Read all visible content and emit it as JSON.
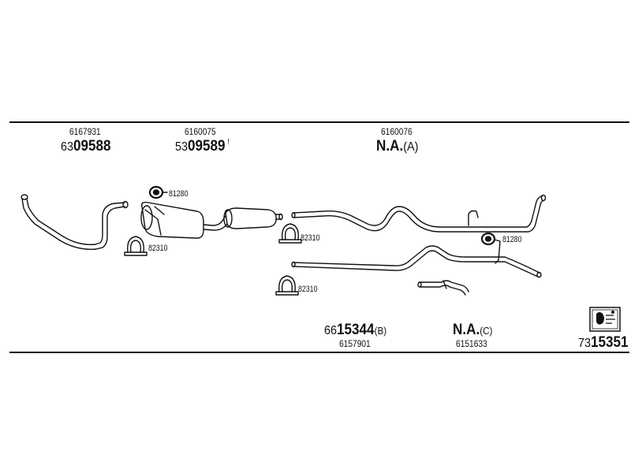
{
  "top_row": {
    "part1": {
      "ref": "6167931",
      "prefix": "63",
      "number": "09588"
    },
    "part2": {
      "ref": "6160075",
      "prefix": "53",
      "number": "09589",
      "mark": "!"
    },
    "part3": {
      "ref": "6160076",
      "code": "N.A.",
      "variant": "(A)"
    }
  },
  "clamps": {
    "c1": "81280",
    "c2": "82310",
    "c3": "82310",
    "c4": "81280",
    "c5": "82310"
  },
  "bottom_row": {
    "part4": {
      "prefix": "66",
      "number": "15344",
      "variant": "(B)",
      "ref": "6157901"
    },
    "part5": {
      "code": "N.A.",
      "variant": "(C)",
      "ref": "6151633"
    },
    "kit": {
      "prefix": "73",
      "number": "15351"
    }
  },
  "icons": {
    "kit_box": "exhaust-kit-icon"
  }
}
